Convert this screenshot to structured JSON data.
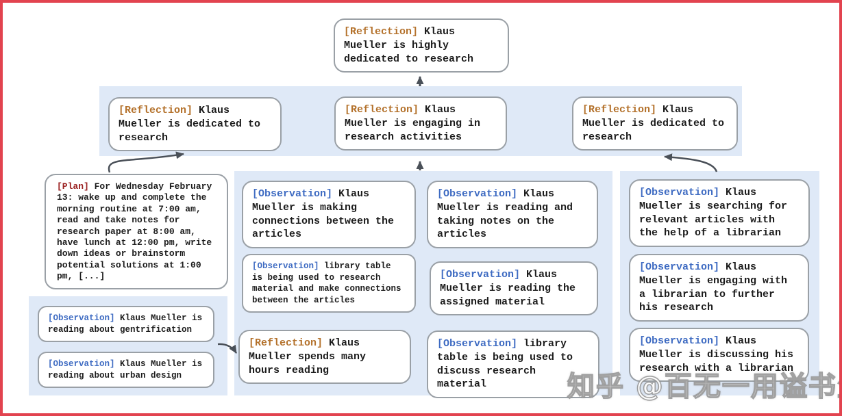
{
  "watermark": "知乎 @百无一用谥书生",
  "colors": {
    "reflection": "#b4722c",
    "observation": "#3e6bc2",
    "plan": "#9a2020",
    "band": "#dfe9f7",
    "frame": "#e2434f",
    "arrow": "#4a5058",
    "box_border": "#9aa0a6",
    "text": "#1c1c1c"
  },
  "nodes": {
    "root": {
      "label": "[Reflection]",
      "text": "Klaus Mueller is highly dedicated to research"
    },
    "level2": [
      {
        "label": "[Reflection]",
        "text": "Klaus Mueller is dedicated to research"
      },
      {
        "label": "[Reflection]",
        "text": "Klaus Mueller is engaging in research activities"
      },
      {
        "label": "[Reflection]",
        "text": "Klaus Mueller is dedicated to research"
      }
    ],
    "plan": {
      "label": "[Plan]",
      "text": "For Wednesday February 13: wake up and complete the morning routine at 7:00 am, read and take notes for research paper at 8:00 am, have lunch at 12:00 pm, write down ideas or brainstorm potential solutions at 1:00 pm, [...]"
    },
    "left_observations": [
      {
        "label": "[Observation]",
        "text": "Klaus Mueller is reading about gentrification"
      },
      {
        "label": "[Observation]",
        "text": "Klaus Mueller is reading about urban design"
      }
    ],
    "middle_col1": [
      {
        "label": "[Observation]",
        "text": "Klaus Mueller is making connections between the articles"
      },
      {
        "label": "[Observation]",
        "text": "library table is being used to research material and make connections between the articles"
      },
      {
        "label": "[Reflection]",
        "text": "Klaus Mueller spends many hours reading"
      }
    ],
    "middle_col2": [
      {
        "label": "[Observation]",
        "text": "Klaus Mueller is reading and taking notes on the articles"
      },
      {
        "label": "[Observation]",
        "text": "Klaus Mueller is reading the assigned material"
      },
      {
        "label": "[Observation]",
        "text": "library table is being used to discuss research material"
      }
    ],
    "right_col": [
      {
        "label": "[Observation]",
        "text": "Klaus Mueller is searching for relevant articles with the help of a librarian"
      },
      {
        "label": "[Observation]",
        "text": "Klaus Mueller is engaging with a librarian to further his research"
      },
      {
        "label": "[Observation]",
        "text": "Klaus Mueller is discussing his research with a librarian"
      }
    ]
  }
}
